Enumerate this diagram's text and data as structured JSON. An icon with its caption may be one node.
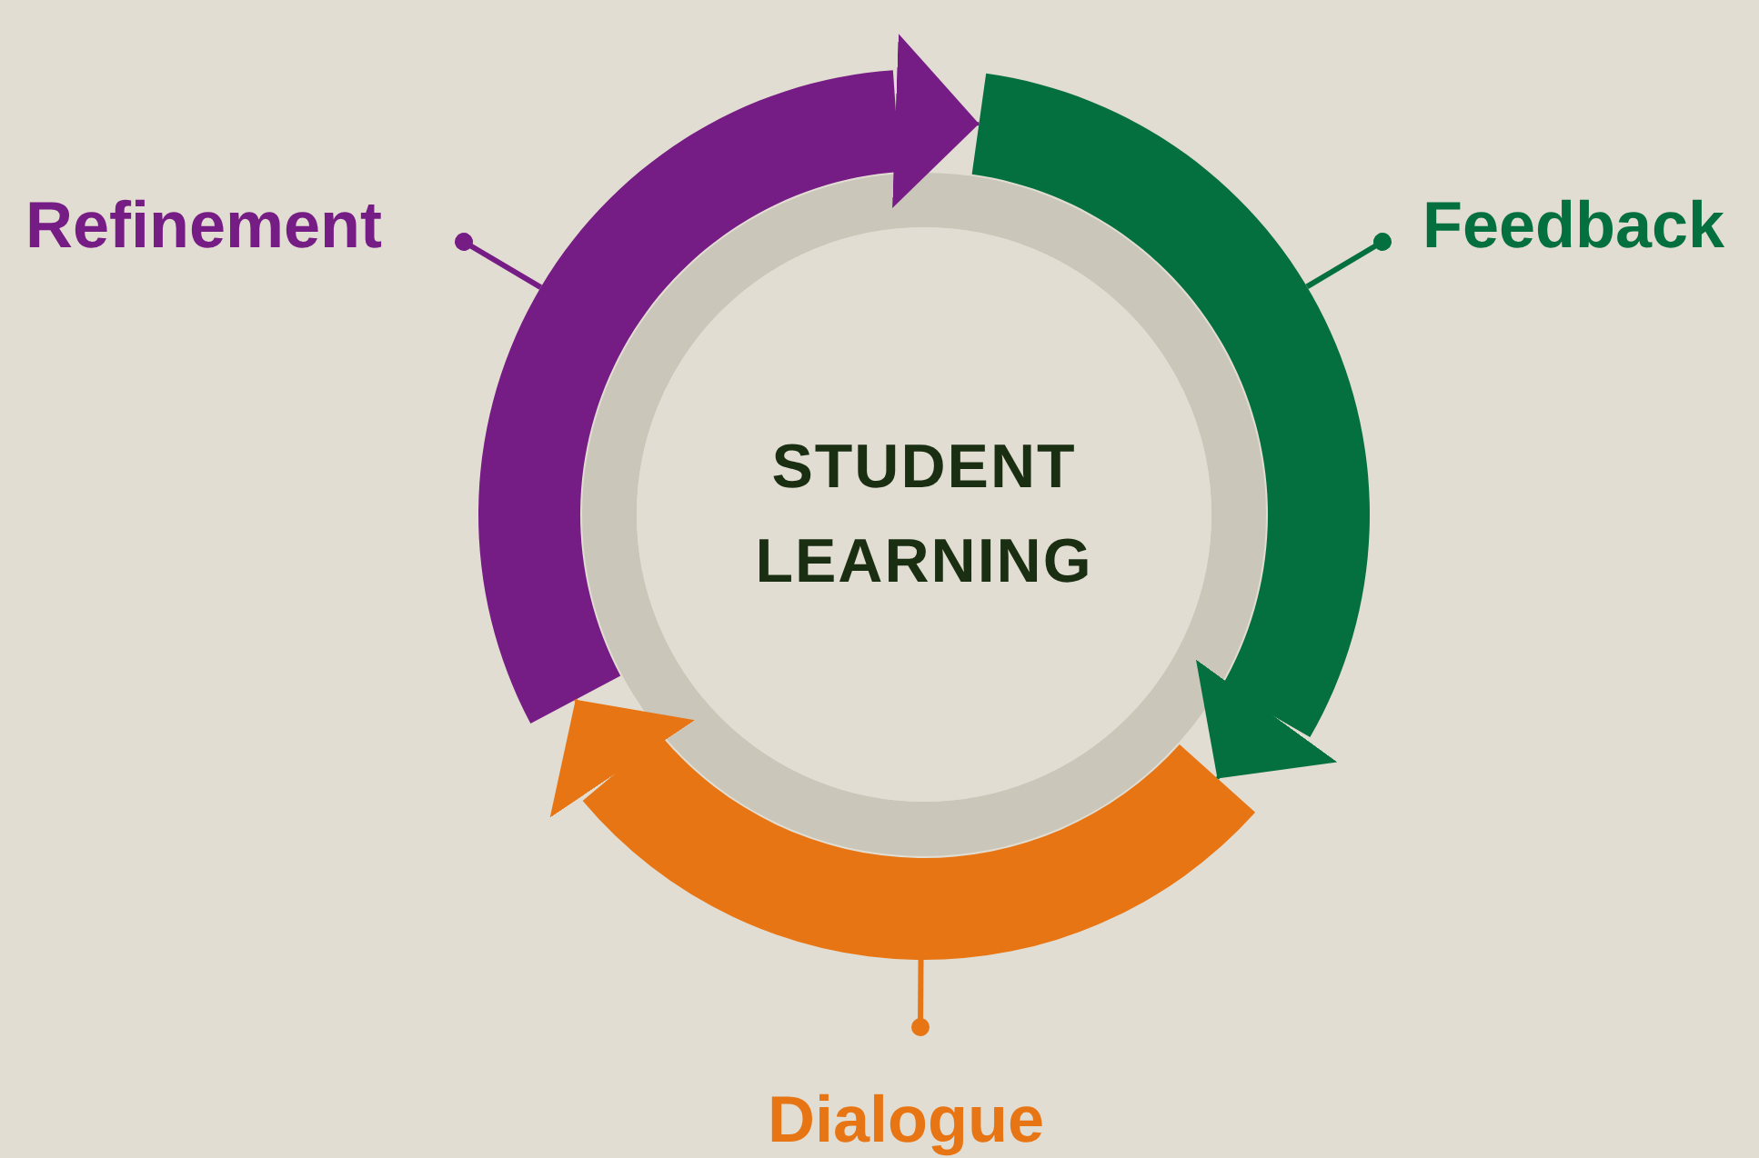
{
  "diagram": {
    "nodes": [
      {
        "text": [
          "STUDENT LEARNING"
        ]
      },
      {
        "text": [],
        "shape": "arrow"
      },
      {
        "text": [],
        "shape": "arrow"
      },
      {
        "text": [],
        "shape": "arrow"
      },
      {
        "text": [
          "Refinement"
        ]
      },
      {
        "text": [
          "Feedback"
        ]
      },
      {
        "text": [
          "Dialogue"
        ]
      }
    ],
    "edges": [
      {
        "from": 4,
        "to": 1,
        "arrow": "other",
        "color": "#761c85"
      },
      {
        "from": 5,
        "to": 2,
        "arrow": "other",
        "color": "#05703f"
      },
      {
        "from": 6,
        "to": 3,
        "arrow": "other",
        "color": "#e87514"
      },
      {
        "from": 1,
        "to": 2,
        "arrow": "to",
        "color": "#761c85"
      },
      {
        "from": 2,
        "to": 3,
        "arrow": "to",
        "color": "#05703f"
      },
      {
        "from": 3,
        "to": 1,
        "arrow": "to",
        "color": "#e87514"
      }
    ]
  }
}
